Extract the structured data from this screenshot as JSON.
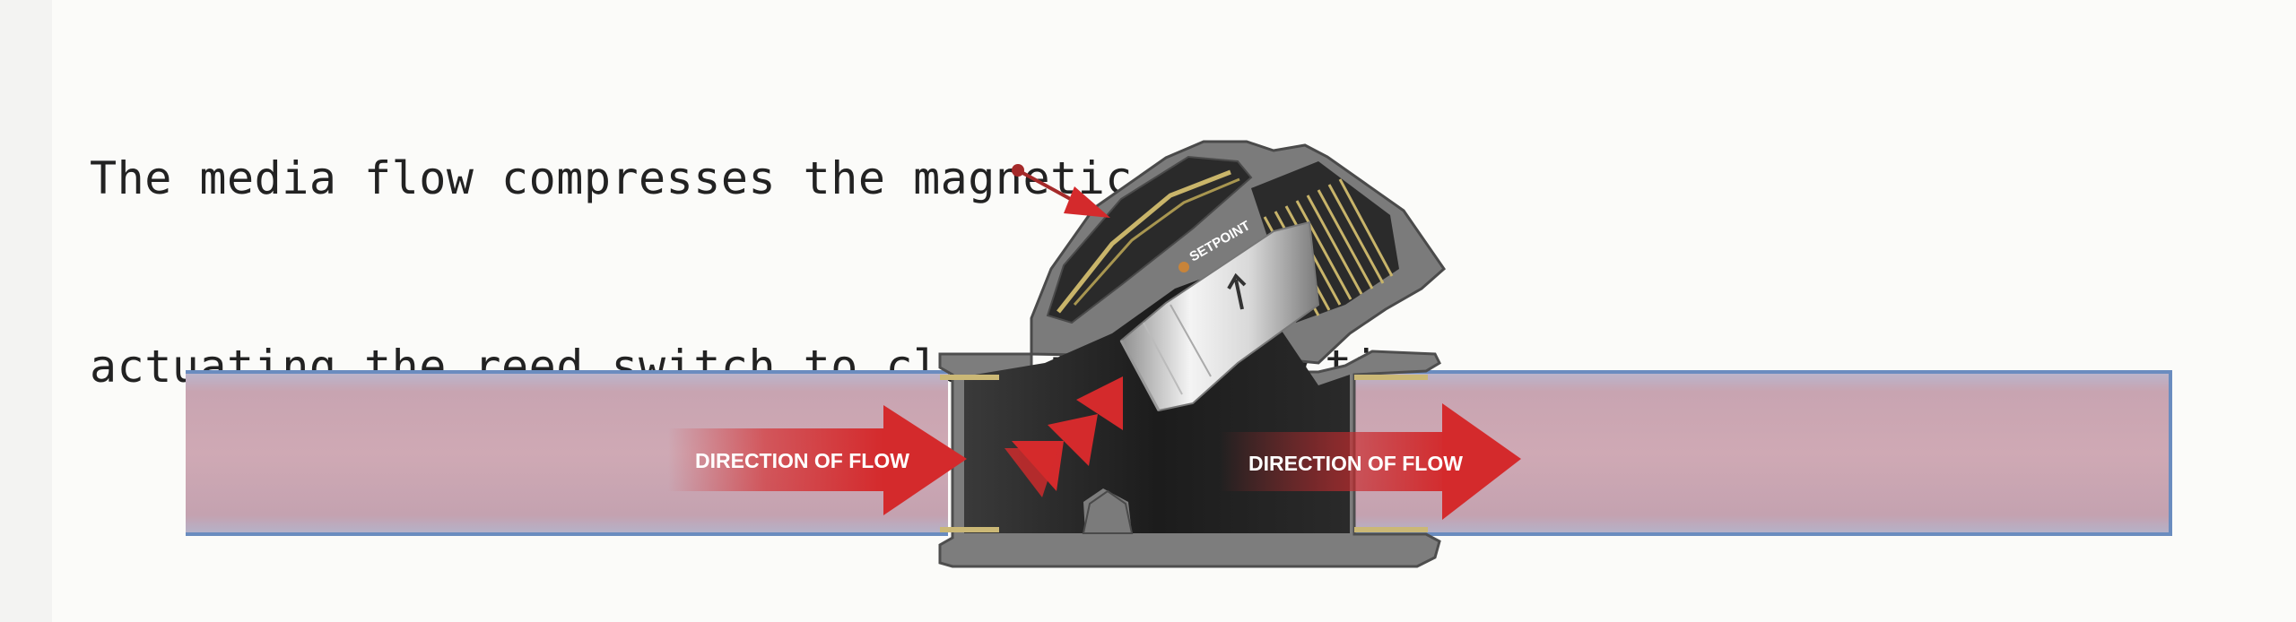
{
  "caption": {
    "line1": "The media flow compresses the magnetic piston,",
    "line2": "actuating the reed switch to close the connection"
  },
  "labels": {
    "flow_left": "DIRECTION OF FLOW",
    "flow_right": "DIRECTION OF FLOW",
    "brand": "SETPOINT"
  },
  "colors": {
    "arrow_red": "#d42a2c",
    "pipe_pink": "#c8a7b0",
    "pipe_edge_blue": "#6a8cbf",
    "body_gray": "#7c7c7c",
    "cavity_dark": "#1e1e1e",
    "brass": "#c9b56a"
  },
  "icons": [
    "pointer-arrow-icon",
    "flow-arrow-icon",
    "reed-switch-icon"
  ]
}
